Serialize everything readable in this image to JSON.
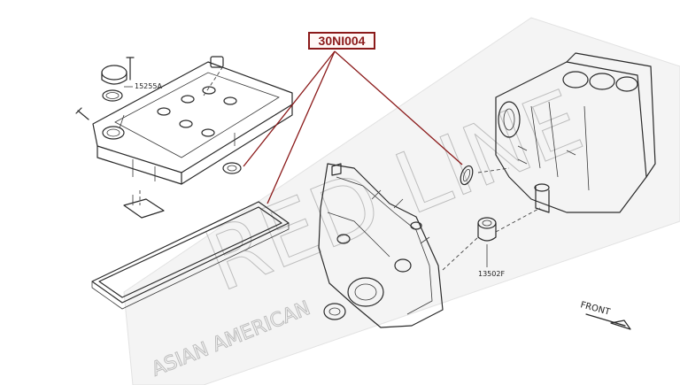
{
  "callout": {
    "part_number": "30NI004",
    "color": "#8b1a1a"
  },
  "labels": {
    "cover_part": "15255A",
    "seal_part": "13502F",
    "direction": "FRONT"
  },
  "watermark": {
    "brand": "RED LINE",
    "tagline": "ASIAN AMERICAN",
    "color": "#bdbdbd"
  }
}
